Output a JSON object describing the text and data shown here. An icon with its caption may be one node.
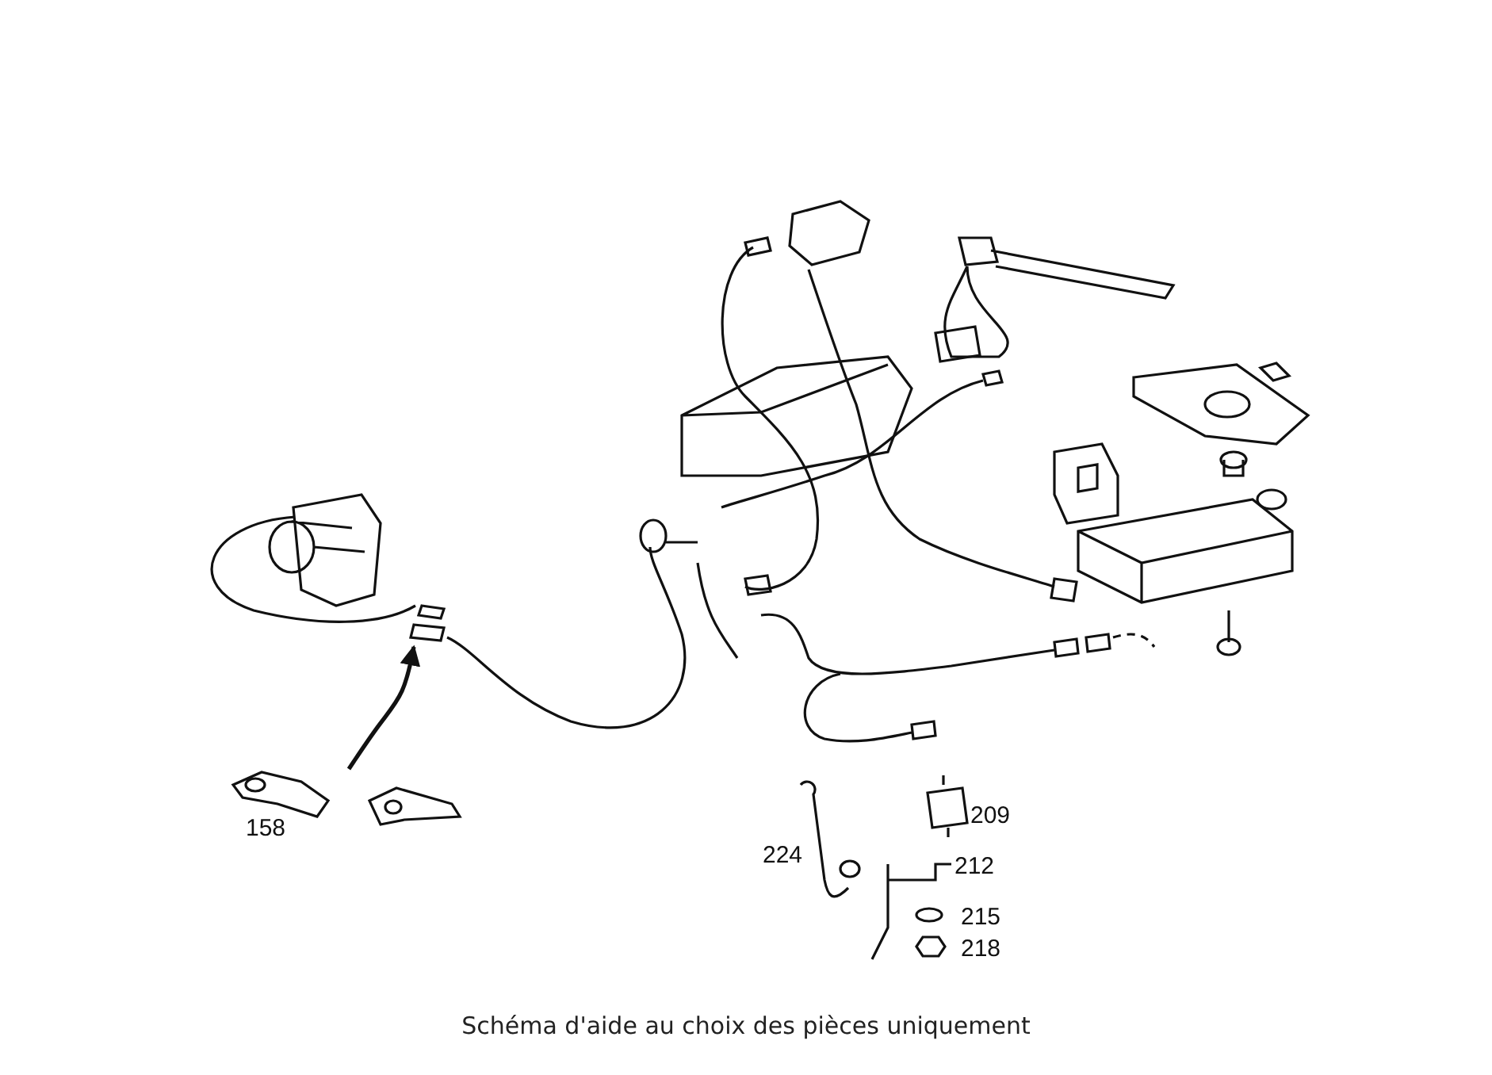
{
  "diagram": {
    "caption": "Schéma d'aide au choix des pièces uniquement",
    "nodes": [
      {
        "text": [],
        "shape": "picture"
      },
      {
        "text": [],
        "shape": "picture"
      }
    ],
    "edges": [
      {
        "from": 0,
        "to": 1,
        "arrow": "to"
      }
    ],
    "labels": [
      "158",
      "224",
      "209",
      "212",
      "215",
      "218"
    ]
  }
}
